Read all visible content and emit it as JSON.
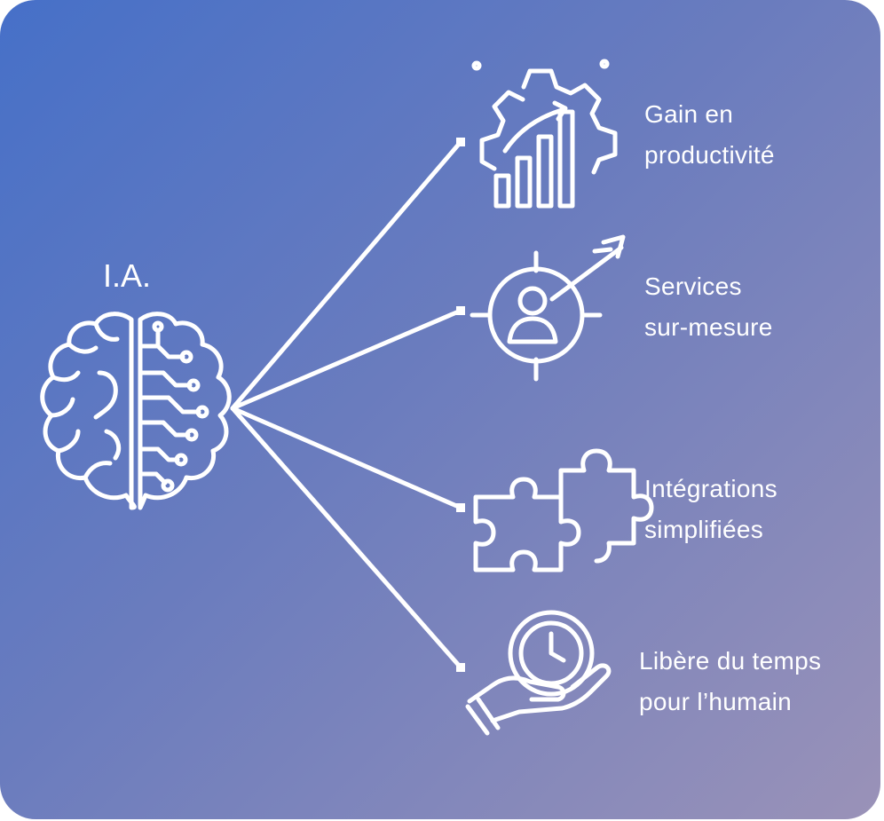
{
  "center": {
    "title": "I.A."
  },
  "benefits": [
    {
      "line1": "Gain en",
      "line2": "productivité",
      "icon": "gear-chart-icon"
    },
    {
      "line1": "Services",
      "line2": "sur-mesure",
      "icon": "target-user-icon"
    },
    {
      "line1": "Intégrations",
      "line2": "simplifiées",
      "icon": "puzzle-icon"
    },
    {
      "line1": "Libère du temps",
      "line2": "pour l’humain",
      "icon": "hand-clock-icon"
    }
  ],
  "colors": {
    "gradient_start": "#4670c8",
    "gradient_end": "#9a92b8",
    "foreground": "#ffffff"
  }
}
